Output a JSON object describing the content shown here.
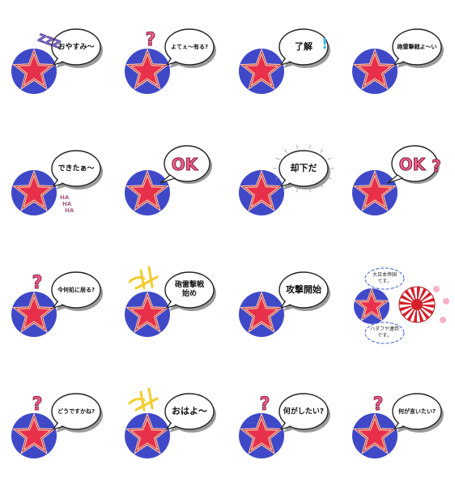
{
  "colors": {
    "circle": "#3f49c8",
    "star_fill": "#e8304a",
    "star_stroke": "#f7c9b0",
    "bubble_stroke": "#222222",
    "bubble_shadow": "#9a9a9a",
    "pink": "#f0628e",
    "purple": "#8e72d8",
    "yellow": "#f3cc2e",
    "blue": "#3f5fd9",
    "sakura": "#f6b2c8"
  },
  "stickers": [
    {
      "text": "おやすみ〜",
      "deco": "zzz",
      "deco_text": "ZZZ"
    },
    {
      "text": "よてぇ〜有る?",
      "deco": "question"
    },
    {
      "text": "了解",
      "deco": "bang",
      "deco_text": "!"
    },
    {
      "text": "砲雷撃戦よ〜い",
      "deco": "none"
    },
    {
      "text": "できたぁ〜",
      "deco": "haha",
      "deco_text": "HA HA HA"
    },
    {
      "text": "OK",
      "deco": "ok"
    },
    {
      "text": "却下だ",
      "deco": "rays"
    },
    {
      "text": "OK",
      "deco": "ok_question"
    },
    {
      "text": "今何処に居る?",
      "deco": "question"
    },
    {
      "text_lines": [
        "砲雷撃戦",
        "始め"
      ],
      "deco": "sparks"
    },
    {
      "text": "攻撃開始",
      "deco": "none"
    },
    {
      "deco": "flags",
      "top_lines": [
        "大日本帝国",
        "です。"
      ],
      "bottom_lines": [
        "ハダフヤ連邦",
        "です。"
      ]
    },
    {
      "text": "どうですかね?",
      "deco": "question"
    },
    {
      "text": "おはよ〜",
      "deco": "sparks"
    },
    {
      "text": "何がしたい?",
      "deco": "question"
    },
    {
      "text": "何が言いたい?",
      "deco": "question"
    }
  ]
}
